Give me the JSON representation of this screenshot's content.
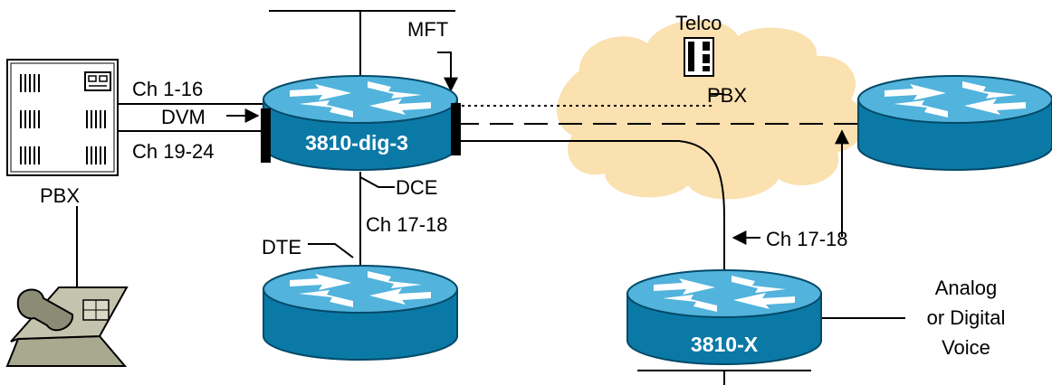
{
  "diagram": {
    "labels": {
      "ch_1_16": "Ch 1-16",
      "dvm": "DVM",
      "ch_19_24": "Ch 19-24",
      "pbx_left": "PBX",
      "mft": "MFT",
      "telco": "Telco",
      "pbx_cloud": "PBX",
      "dce": "DCE",
      "ch_17_18_mid": "Ch 17-18",
      "dte": "DTE",
      "ch_17_18_right": "Ch 17-18",
      "analog_line1": "Analog",
      "analog_line2": "or Digital",
      "analog_line3": "Voice"
    },
    "routers": {
      "main": "3810-dig-3",
      "remote": "3810-X"
    },
    "colors": {
      "router_top": "#4fb0d8",
      "router_side": "#0b79a6",
      "cloud": "#fbe0b0",
      "pbx_box": "#ffffff",
      "phone": "#b5b59f"
    },
    "icons": {
      "router": "router-icon",
      "pbx": "pbx-icon",
      "telephone": "telephone-icon",
      "telco_switch": "telco-switch-icon"
    }
  }
}
